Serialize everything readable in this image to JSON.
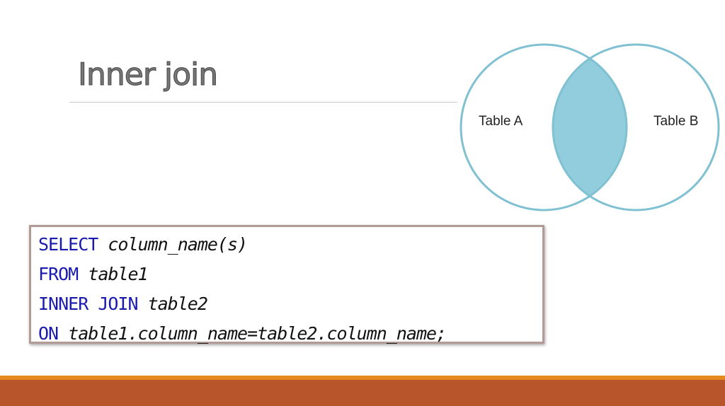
{
  "slide": {
    "title": "Inner join"
  },
  "venn": {
    "left_label": "Table A",
    "right_label": "Table B",
    "outline_color": "#7fc1d2",
    "highlight_color": "#92cddd",
    "highlighted_region": "intersection"
  },
  "code": {
    "lines": [
      {
        "keyword": "SELECT",
        "rest": " column_name(s)"
      },
      {
        "keyword": "FROM",
        "rest": " table1"
      },
      {
        "keyword": "INNER JOIN",
        "rest": " table2"
      },
      {
        "keyword": "ON",
        "rest": " table1.column_name=table2.column_name;"
      }
    ],
    "keyword_color": "#1a1ab0"
  },
  "footer": {
    "accent_color": "#e48a1e",
    "bar_color": "#b8552b"
  }
}
